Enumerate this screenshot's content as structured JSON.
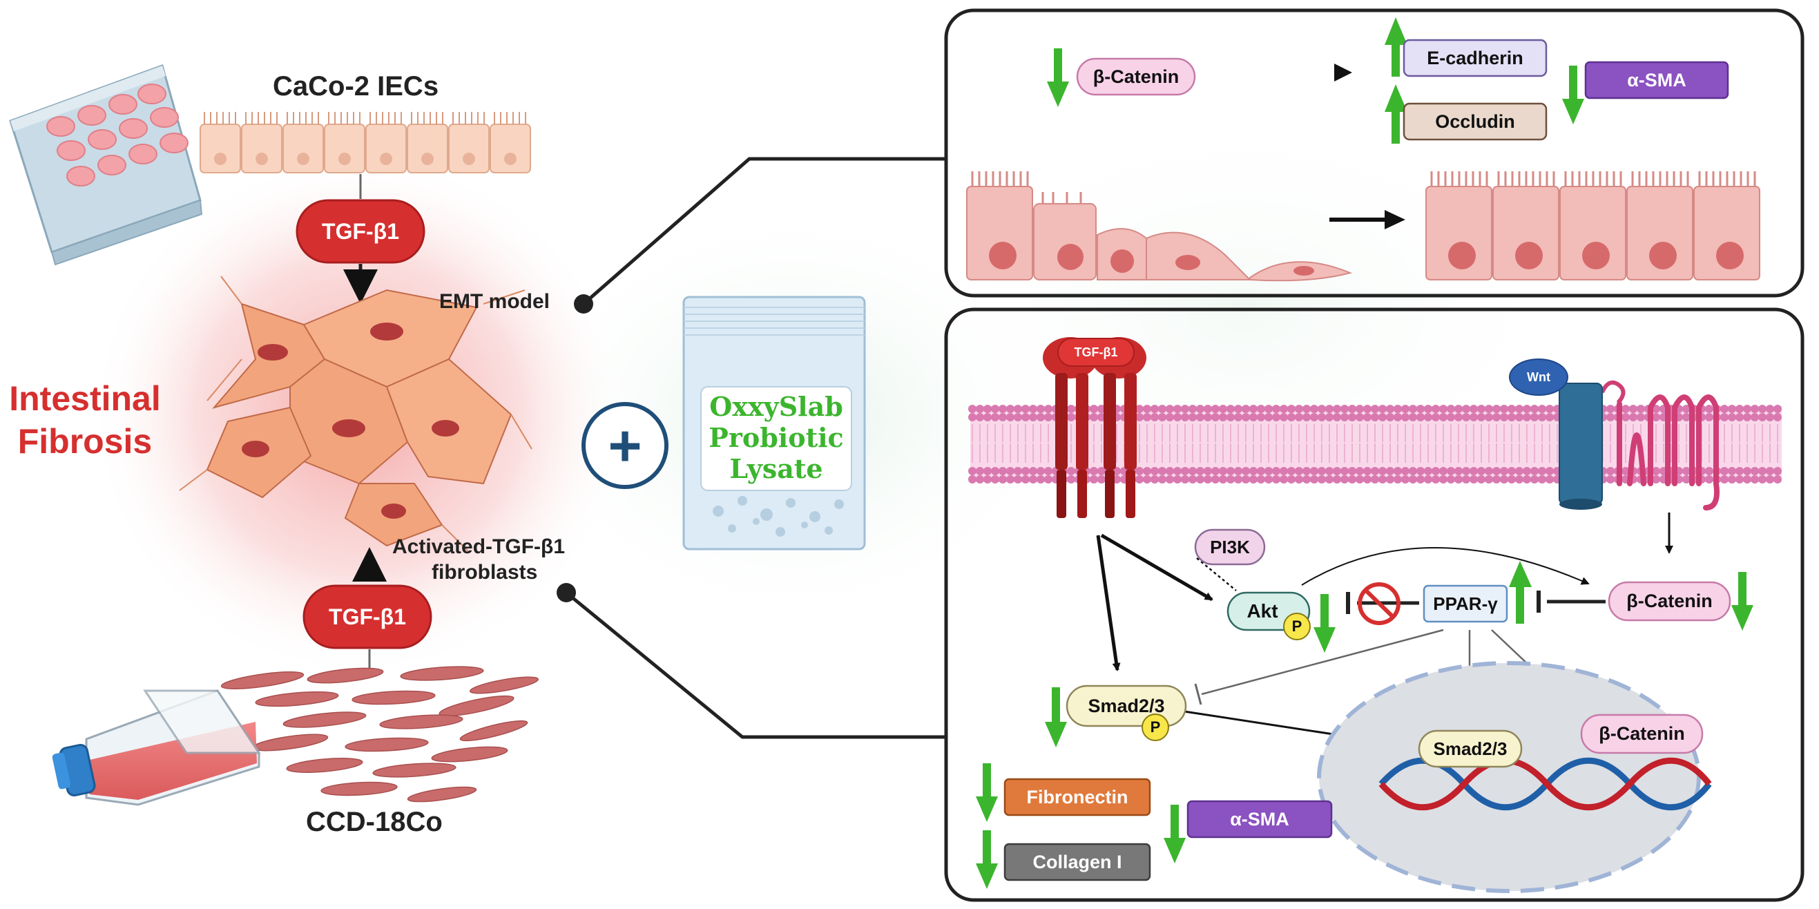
{
  "left": {
    "title_line1": "Intestinal",
    "title_line2": "Fibrosis",
    "caco2_label": "CaCo-2 IECs",
    "tgf_top": "TGF-β1",
    "emt_label": "EMT model",
    "activated_line1": "Activated-TGF-β1",
    "activated_line2": "fibroblasts",
    "tgf_bottom": "TGF-β1",
    "ccd_label": "CCD-18Co"
  },
  "treatment": {
    "plus_symbol": "+",
    "bag_line1": "OxxySlab",
    "bag_line2": "Probiotic",
    "bag_line3": "Lysate"
  },
  "emt_panel": {
    "beta_catenin": "β-Catenin",
    "e_cadherin": "E-cadherin",
    "occludin": "Occludin",
    "alpha_sma": "α-SMA"
  },
  "pathway_panel": {
    "tgf_receptor": "TGF-β1",
    "wnt": "Wnt",
    "pi3k": "PI3K",
    "akt": "Akt",
    "phos": "P",
    "ppar": "PPAR-γ",
    "beta_catenin_right": "β-Catenin",
    "smad_cyto": "Smad2/3",
    "smad_nuc": "Smad2/3",
    "beta_catenin_nuc": "β-Catenin",
    "fibronectin": "Fibronectin",
    "collagen": "Collagen I",
    "alpha_sma": "α-SMA"
  },
  "colors": {
    "red": "#d62f2f",
    "green": "#3cb52e",
    "navy": "#1f4e79"
  }
}
